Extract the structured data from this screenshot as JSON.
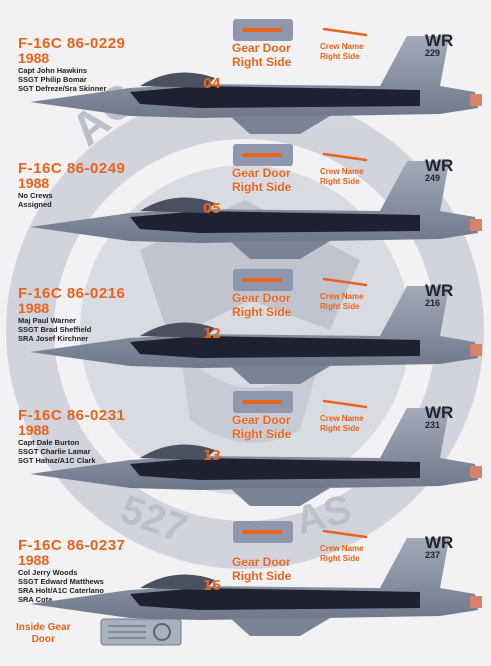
{
  "entries": [
    {
      "title": "F-16C 86-0229",
      "year": "1988",
      "crew": [
        "Capt John Hawkins",
        "SSGT Philip Bomar",
        "SGT Defreze/Sra Skinner"
      ],
      "gear_door": "Gear Door",
      "right_side": "Right Side",
      "crew_name": "Crew Name",
      "crew_right_side": "Right Side",
      "tail_wr": "WR",
      "tail_number": "229",
      "nose_number": "04"
    },
    {
      "title": "F-16C 86-0249",
      "year": "1988",
      "crew": [
        "No Crews",
        "Assigned"
      ],
      "gear_door": "Gear Door",
      "right_side": "Right Side",
      "crew_name": "Crew Name",
      "crew_right_side": "Right Side",
      "tail_wr": "WR",
      "tail_number": "249",
      "nose_number": "05"
    },
    {
      "title": "F-16C 86-0216",
      "year": "1988",
      "crew": [
        "Maj Paul Warner",
        "SSGT Brad Sheffield",
        "SRA Josef Kirchner"
      ],
      "gear_door": "Gear Door",
      "right_side": "Right Side",
      "crew_name": "Crew Name",
      "crew_right_side": "Right Side",
      "tail_wr": "WR",
      "tail_number": "216",
      "nose_number": "12"
    },
    {
      "title": "F-16C 86-0231",
      "year": "1988",
      "crew": [
        "Capt Dale Burton",
        "SSGT Charlie Lamar",
        "SGT Hahaz/A1C Clark"
      ],
      "gear_door": "Gear Door",
      "right_side": "Right Side",
      "crew_name": "Crew Name",
      "crew_right_side": "Right Side",
      "tail_wr": "WR",
      "tail_number": "231",
      "nose_number": "13"
    },
    {
      "title": "F-16C 86-0237",
      "year": "1988",
      "crew": [
        "Col Jerry Woods",
        "SSGT Edward Matthews",
        "SRA Holt/A1C Caterlano",
        "SRA Cota"
      ],
      "gear_door": "Gear Door",
      "right_side": "Right Side",
      "crew_name": "Crew Name",
      "crew_right_side": "Right Side",
      "tail_wr": "WR",
      "tail_number": "237",
      "nose_number": "16"
    }
  ],
  "inside_gear_door": [
    "Inside Gear",
    "Door"
  ],
  "colors": {
    "accent": "#e8641c",
    "aircraft_gray": "#8e97a8",
    "aircraft_black": "#1d2130",
    "emblem": "#b7bccb"
  }
}
